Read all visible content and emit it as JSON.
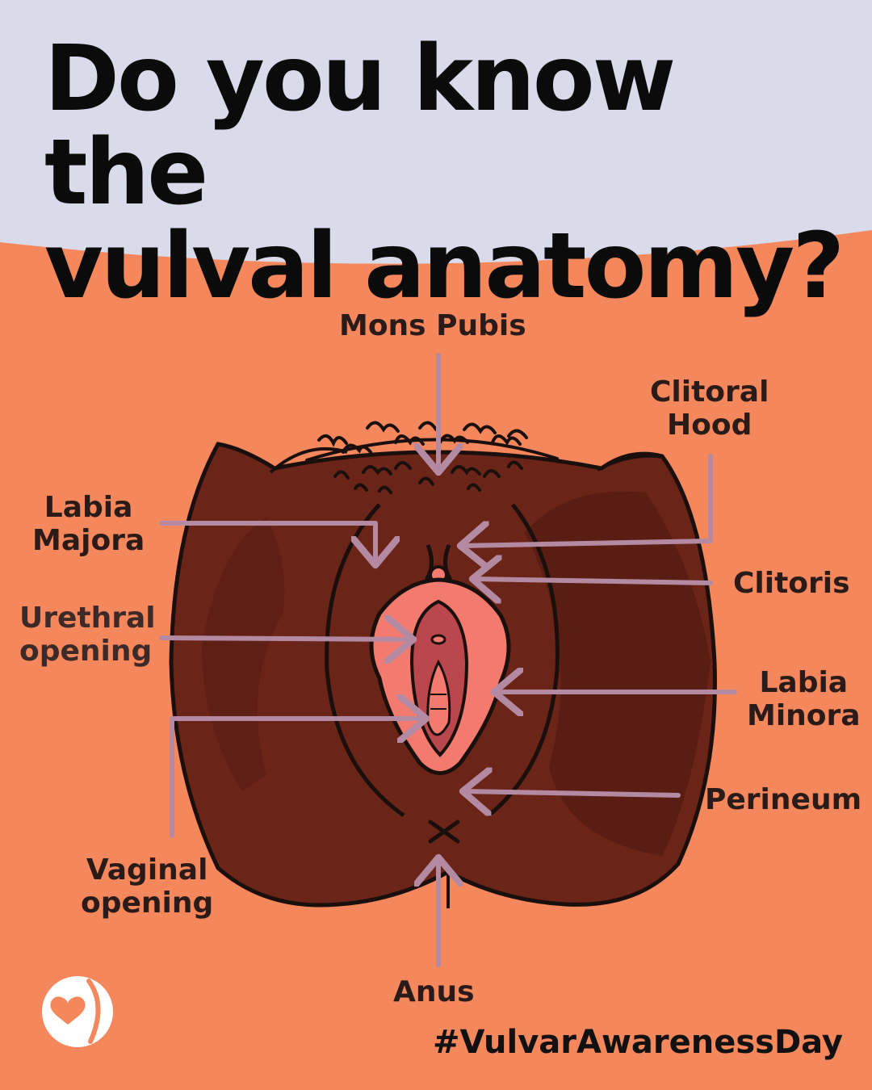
{
  "title": {
    "line1": "Do you know the",
    "line2": "vulval anatomy?"
  },
  "labels": {
    "mons_pubis": "Mons Pubis",
    "clitoral_hood": {
      "line1": "Clitoral",
      "line2": "Hood"
    },
    "labia_majora": {
      "line1": "Labia",
      "line2": "Majora"
    },
    "clitoris": "Clitoris",
    "urethral_opening": {
      "line1": "Urethral",
      "line2": "opening"
    },
    "labia_minora": {
      "line1": "Labia",
      "line2": "Minora"
    },
    "perineum": "Perineum",
    "vaginal_opening": {
      "line1": "Vaginal",
      "line2": "opening"
    },
    "anus": "Anus"
  },
  "hashtag": "#VulvarAwarenessDay",
  "logo_icon": "heart-figure-logo",
  "colors": {
    "header_bg": "#d9dbea",
    "body_bg": "#f5875c",
    "skin": "#6a2418",
    "skin_shadow": "#5a1d13",
    "outline": "#1a0f0c",
    "inner_pink": "#f37a6f",
    "inner_dark": "#b9474b",
    "arrow": "#b48aa3"
  }
}
